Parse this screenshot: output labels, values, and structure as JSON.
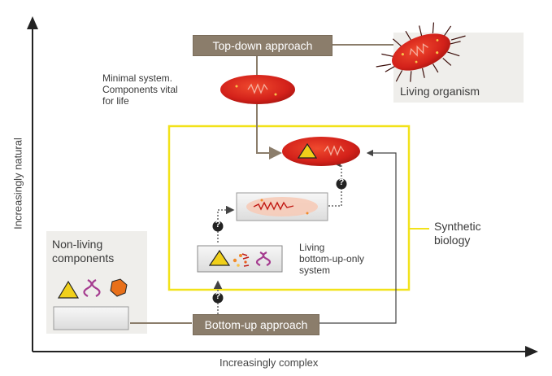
{
  "axes": {
    "x_label": "Increasingly complex",
    "y_label": "Increasingly natural"
  },
  "top_down": {
    "label": "Top-down approach"
  },
  "bottom_up": {
    "label": "Bottom-up approach"
  },
  "living_organism": {
    "label": "Living organism"
  },
  "minimal_system": {
    "line1": "Minimal system.",
    "line2": "Components vital",
    "line3": "for life"
  },
  "non_living": {
    "line1": "Non-living",
    "line2": "components"
  },
  "synthetic_biology": {
    "line1": "Synthetic",
    "line2": "biology"
  },
  "living_bottom_up": {
    "line1": "Living",
    "line2": "bottom-up-only",
    "line3": "system"
  },
  "question_mark": "?",
  "colors": {
    "label_box": "#8b7d6b",
    "panel": "#efeeeb",
    "cell_red": "#d8231b",
    "synthetic_frame": "#f2e21a",
    "triangle": "#f1d01a",
    "hexagon": "#e8701a",
    "helix": "#a53b8f"
  }
}
